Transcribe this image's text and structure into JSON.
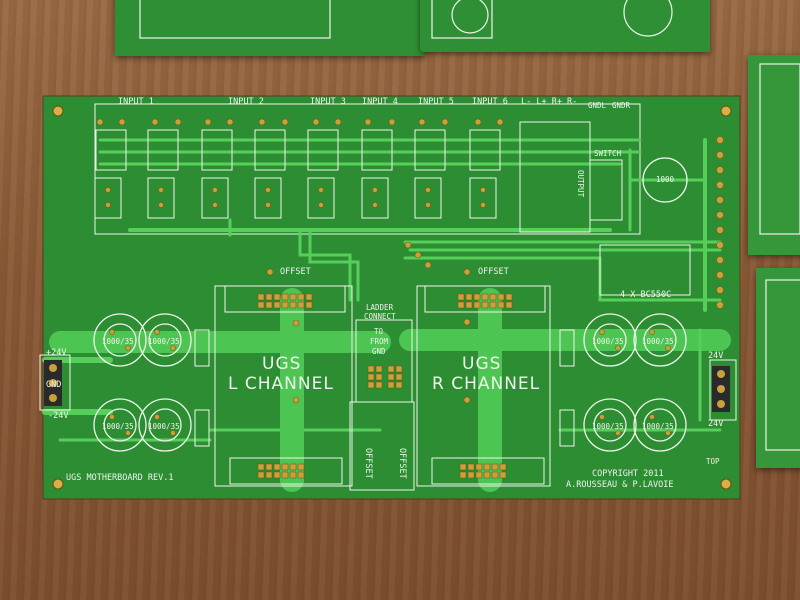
{
  "scene": {
    "background": "wooden table",
    "colors": {
      "board": "#2f8f34",
      "trace": "#5ad25e",
      "silk": "#eef5ea",
      "pad": "#c9a03a",
      "wood": "#8b5a36"
    }
  },
  "board": {
    "inputs": [
      "INPUT 1",
      "INPUT 2",
      "INPUT 3",
      "INPUT 4",
      "INPUT 5",
      "INPUT 6"
    ],
    "output_labels": "L- L+ R+ R-",
    "gnd_labels": [
      "GNDL",
      "GNDR"
    ],
    "output_vertical": "OUTPUT",
    "switch_label": "SWITCH",
    "transistor_label": "4 X BC550C",
    "cap_1000": "1000",
    "offset_left": "OFFSET",
    "offset_right": "OFFSET",
    "ladder": [
      "LADDER",
      "CONNECT"
    ],
    "ladder_pins": [
      "TO",
      "FROM",
      "GND"
    ],
    "left_channel": [
      "UGS",
      "L CHANNEL"
    ],
    "right_channel": [
      "UGS",
      "R CHANNEL"
    ],
    "caps": [
      "1000/35",
      "1000/35",
      "1000/35",
      "1000/35",
      "1000/35",
      "1000/35",
      "1000/35",
      "1000/35"
    ],
    "power_left": [
      "+24V",
      "GND",
      "-24V"
    ],
    "power_right": [
      "24V",
      "24V"
    ],
    "vertical_offsets": [
      "OFFSET",
      "OFFSET"
    ],
    "revision": "UGS MOTHERBOARD REV.1",
    "copyright": [
      "COPYRIGHT 2011",
      "A.ROUSSEAU & P.LAVOIE"
    ],
    "top_label": "TOP"
  }
}
